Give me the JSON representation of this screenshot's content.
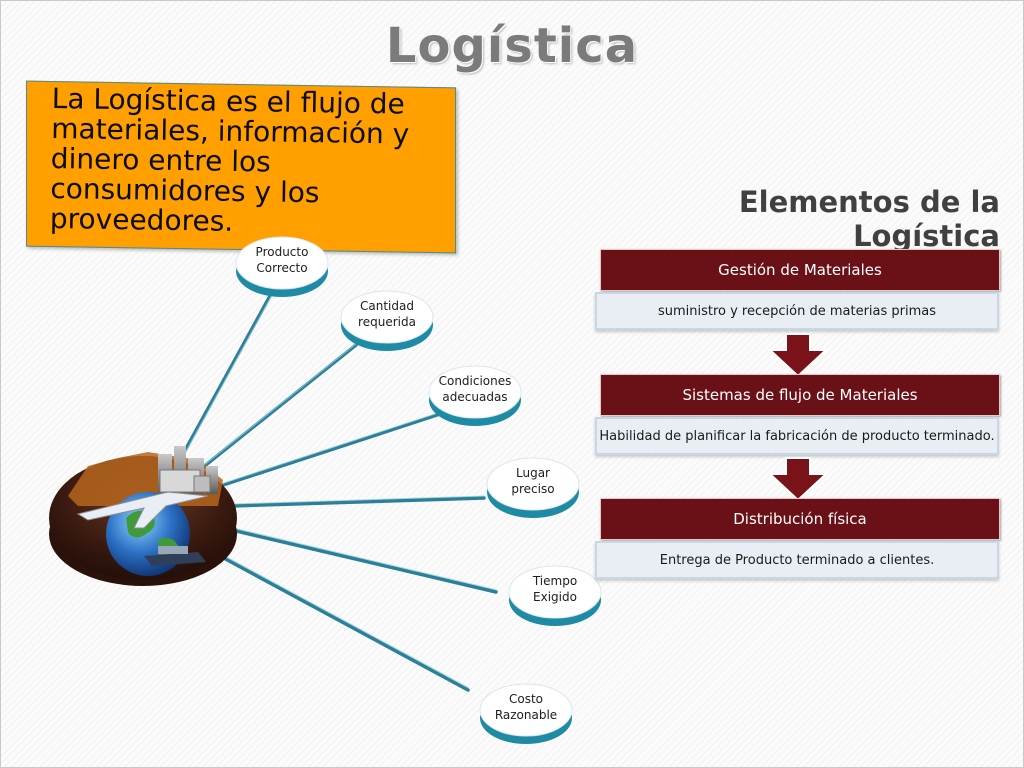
{
  "title": "Logística",
  "definition": "La Logística es el flujo de materiales, información y dinero entre los consumidores y los proveedores.",
  "elements_title": "Elementos de la Logística",
  "flow": [
    {
      "header": "Gestión de Materiales",
      "body": "suministro y recepción de materias primas"
    },
    {
      "header": "Sistemas de flujo de Materiales",
      "body": "Habilidad de planificar la fabricación de producto terminado."
    },
    {
      "header": "Distribución física",
      "body": "Entrega de Producto terminado a clientes."
    }
  ],
  "bubbles": [
    {
      "label": "Producto\nCorrecto"
    },
    {
      "label": "Cantidad\nrequerida"
    },
    {
      "label": "Condiciones\nadecuadas"
    },
    {
      "label": "Lugar\npreciso"
    },
    {
      "label": "Tiempo\nExigido"
    },
    {
      "label": "Costo\nRazonable"
    }
  ],
  "colors": {
    "definition_box": "#ff9f00",
    "flow_header": "#6a1118",
    "flow_body": "#e8eef3",
    "connector": "#2b7f98",
    "bubble_edge": "#1f8aa3"
  },
  "icons": {
    "hub": "globe-transport-icon",
    "arrow": "down-arrow-icon"
  }
}
